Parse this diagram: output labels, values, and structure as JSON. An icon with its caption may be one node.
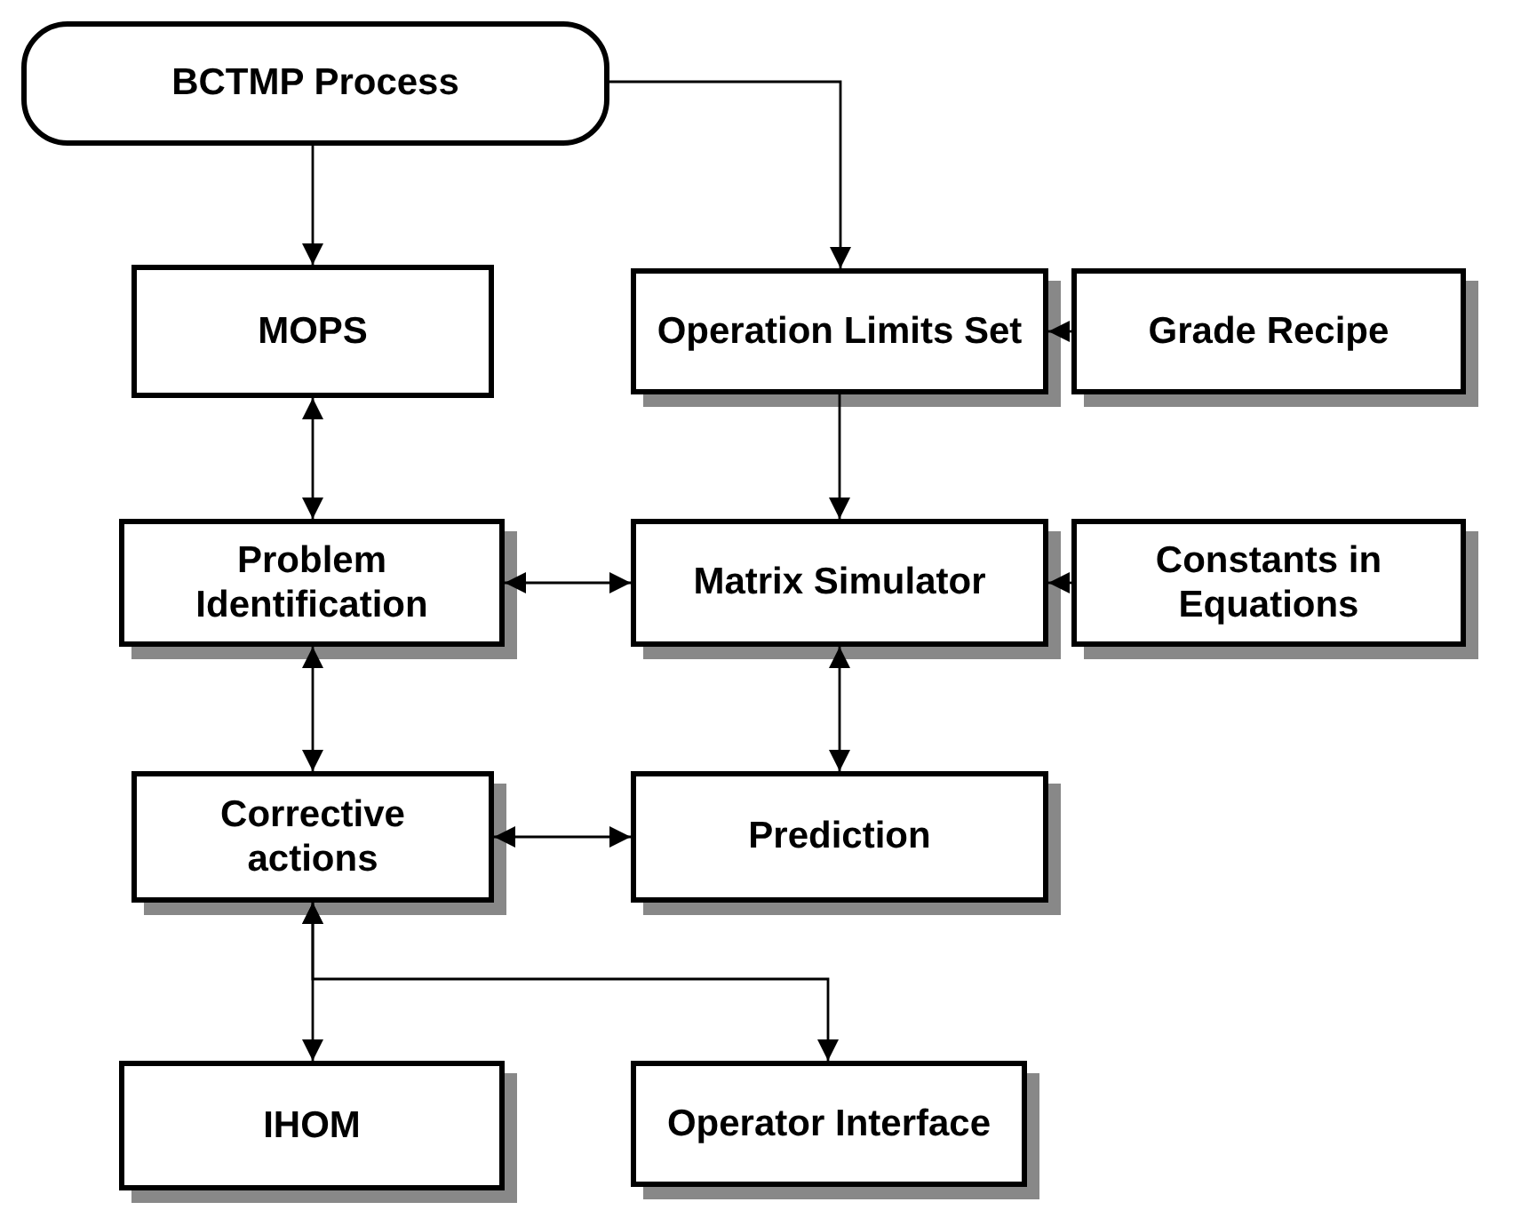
{
  "diagram": {
    "nodes": [
      {
        "text": [
          "BCTMP Process"
        ]
      },
      {
        "text": [
          "MOPS"
        ]
      },
      {
        "text": [
          "Operation Limits Set"
        ]
      },
      {
        "text": [
          "Grade Recipe"
        ]
      },
      {
        "text": [
          "Problem Identification"
        ]
      },
      {
        "text": [
          "Matrix Simulator"
        ]
      },
      {
        "text": [
          "Constants in Equations"
        ]
      },
      {
        "text": [
          "Corrective actions"
        ]
      },
      {
        "text": [
          "Prediction"
        ]
      },
      {
        "text": [
          "IHOM"
        ]
      },
      {
        "text": [
          "Operator Interface"
        ]
      }
    ],
    "edges": [
      {
        "from": 0,
        "to": 1,
        "arrow": "to"
      },
      {
        "from": 0,
        "to": 2,
        "arrow": "to"
      },
      {
        "from": 1,
        "to": 4,
        "arrow": "both"
      },
      {
        "from": 3,
        "to": 2,
        "arrow": "to"
      },
      {
        "from": 2,
        "to": 5,
        "arrow": "to"
      },
      {
        "from": 4,
        "to": 5,
        "arrow": "both"
      },
      {
        "from": 6,
        "to": 5,
        "arrow": "to"
      },
      {
        "from": 4,
        "to": 7,
        "arrow": "both"
      },
      {
        "from": 5,
        "to": 8,
        "arrow": "both"
      },
      {
        "from": 7,
        "to": 8,
        "arrow": "both"
      },
      {
        "from": 7,
        "to": 9,
        "arrow": "both"
      },
      {
        "from": 7,
        "to": 10,
        "arrow": "both"
      }
    ]
  }
}
